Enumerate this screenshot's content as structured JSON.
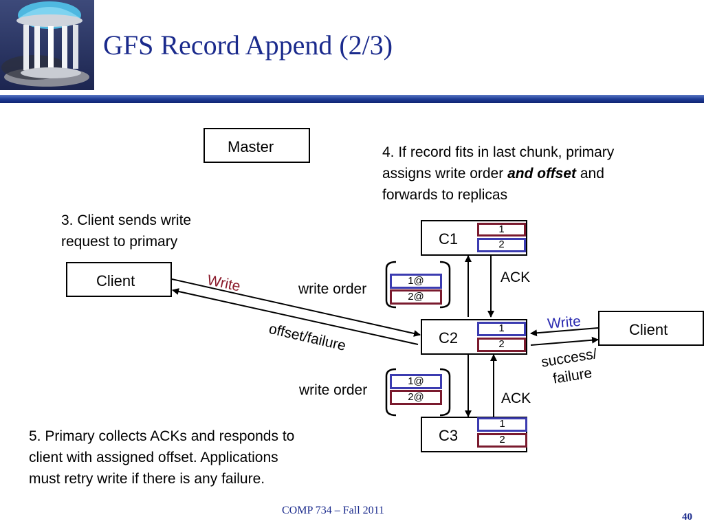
{
  "slide": {
    "title": "GFS Record Append (2/3)",
    "footer": "COMP 734 – Fall 2011",
    "page_number": "40"
  },
  "nodes": {
    "master": "Master",
    "client_left": "Client",
    "client_right": "Client",
    "c1": "C1",
    "c2": "C2",
    "c3": "C3"
  },
  "chunk_cells": {
    "c1": [
      "1",
      "2"
    ],
    "c2": [
      "1",
      "2"
    ],
    "c3": [
      "1",
      "2"
    ]
  },
  "write_order": {
    "label_top": "write order",
    "label_bottom": "write order",
    "top_cells": [
      "1@",
      "2@"
    ],
    "bottom_cells": [
      "1@",
      "2@"
    ]
  },
  "edge_labels": {
    "write_left": "Write",
    "offset_failure": "offset/failure",
    "write_right": "Write",
    "success_failure_1": "success/",
    "success_failure_2": "failure",
    "ack_top": "ACK",
    "ack_bottom": "ACK"
  },
  "notes": {
    "step3_line1": "3. Client sends write",
    "step3_line2": "request to primary",
    "step4_line1": "4. If record fits in last chunk, primary",
    "step4_line2_a": "assigns write order ",
    "step4_line2_b": "and offset",
    "step4_line2_c": " and",
    "step4_line3": "forwards to replicas",
    "step5_line1": "5. Primary collects ACKs and responds to",
    "step5_line2": "client with assigned offset.  Applications",
    "step5_line3": "must retry write if there is any failure."
  },
  "colors": {
    "title": "#1a2a8c",
    "write_left": "#8b1a2b",
    "write_right": "#2a2ab0",
    "cell_red": "#7a1a2e",
    "cell_blue": "#3b3bb0"
  },
  "icons": {
    "logo": "old-well-logo-icon"
  }
}
